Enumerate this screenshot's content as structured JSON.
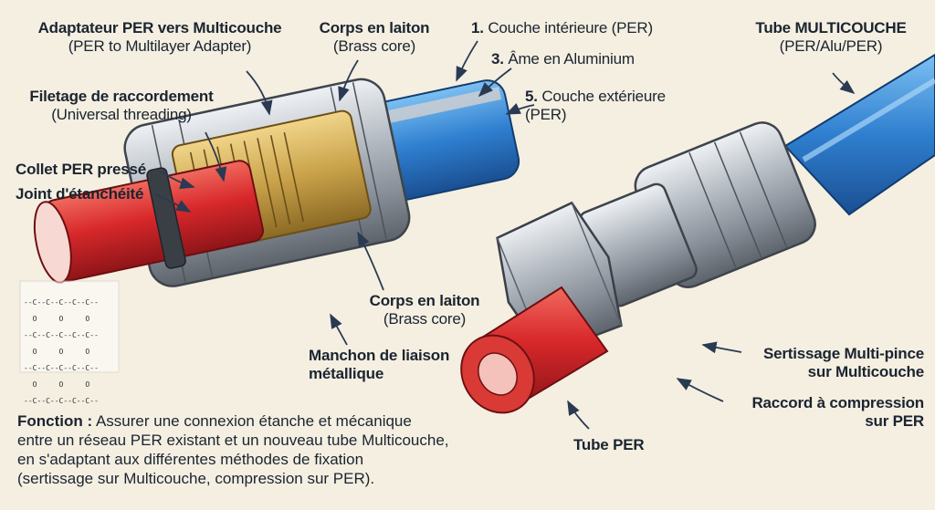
{
  "labels": {
    "adapter_title": "Adaptateur PER vers Multicouche",
    "adapter_sub": "(PER to Multilayer Adapter)",
    "thread_title": "Filetage de raccordement",
    "thread_sub": "(Universal threading)",
    "collet": "Collet PER pressé",
    "joint": "Joint d'étanchéité",
    "brass_top_title": "Corps en laiton",
    "brass_top_sub": "(Brass core)",
    "layer1_num": "1.",
    "layer1": "Couche intérieure (PER)",
    "layer3_num": "3.",
    "layer3": "Âme en Aluminium",
    "layer5_num": "5.",
    "layer5_a": "Couche extérieure",
    "layer5_b": "(PER)",
    "multi_title": "Tube MULTICOUCHE",
    "multi_sub": "(PER/Alu/PER)",
    "brass_mid_title": "Corps en laiton",
    "brass_mid_sub": "(Brass core)",
    "manchon_a": "Manchon de liaison",
    "manchon_b": "métallique",
    "sertissage_a": "Sertissage Multi-pince",
    "sertissage_b": "sur Multicouche",
    "compression_a": "Raccord à compression",
    "compression_b": "sur PER",
    "tube_per": "Tube PER"
  },
  "function_text": {
    "label": "Fonction :",
    "line1": " Assurer une connexion étanche et mécanique",
    "line2": "entre un réseau PER existant et un nouveau tube Multicouche,",
    "line3": "en s'adaptant aux différentes méthodes de fixation",
    "line4": "(sertissage sur Multicouche, compression sur PER)."
  },
  "chem": {
    "r1": "--C--C--C--C--C--",
    "r2": "  O     O     O",
    "r3": "--C--C--C--C--C--",
    "r4": "  O     O     O",
    "r5": "--C--C--C--C--C--",
    "r6": "  O     O     O",
    "r7": "--C--C--C--C--C--"
  },
  "colors": {
    "background": "#f4efe1",
    "per_red": "#d8282b",
    "multilayer_blue": "#2f7fd0",
    "brass": "#c9a24a",
    "steel": "#a9afb7",
    "ink": "#1b2430"
  }
}
